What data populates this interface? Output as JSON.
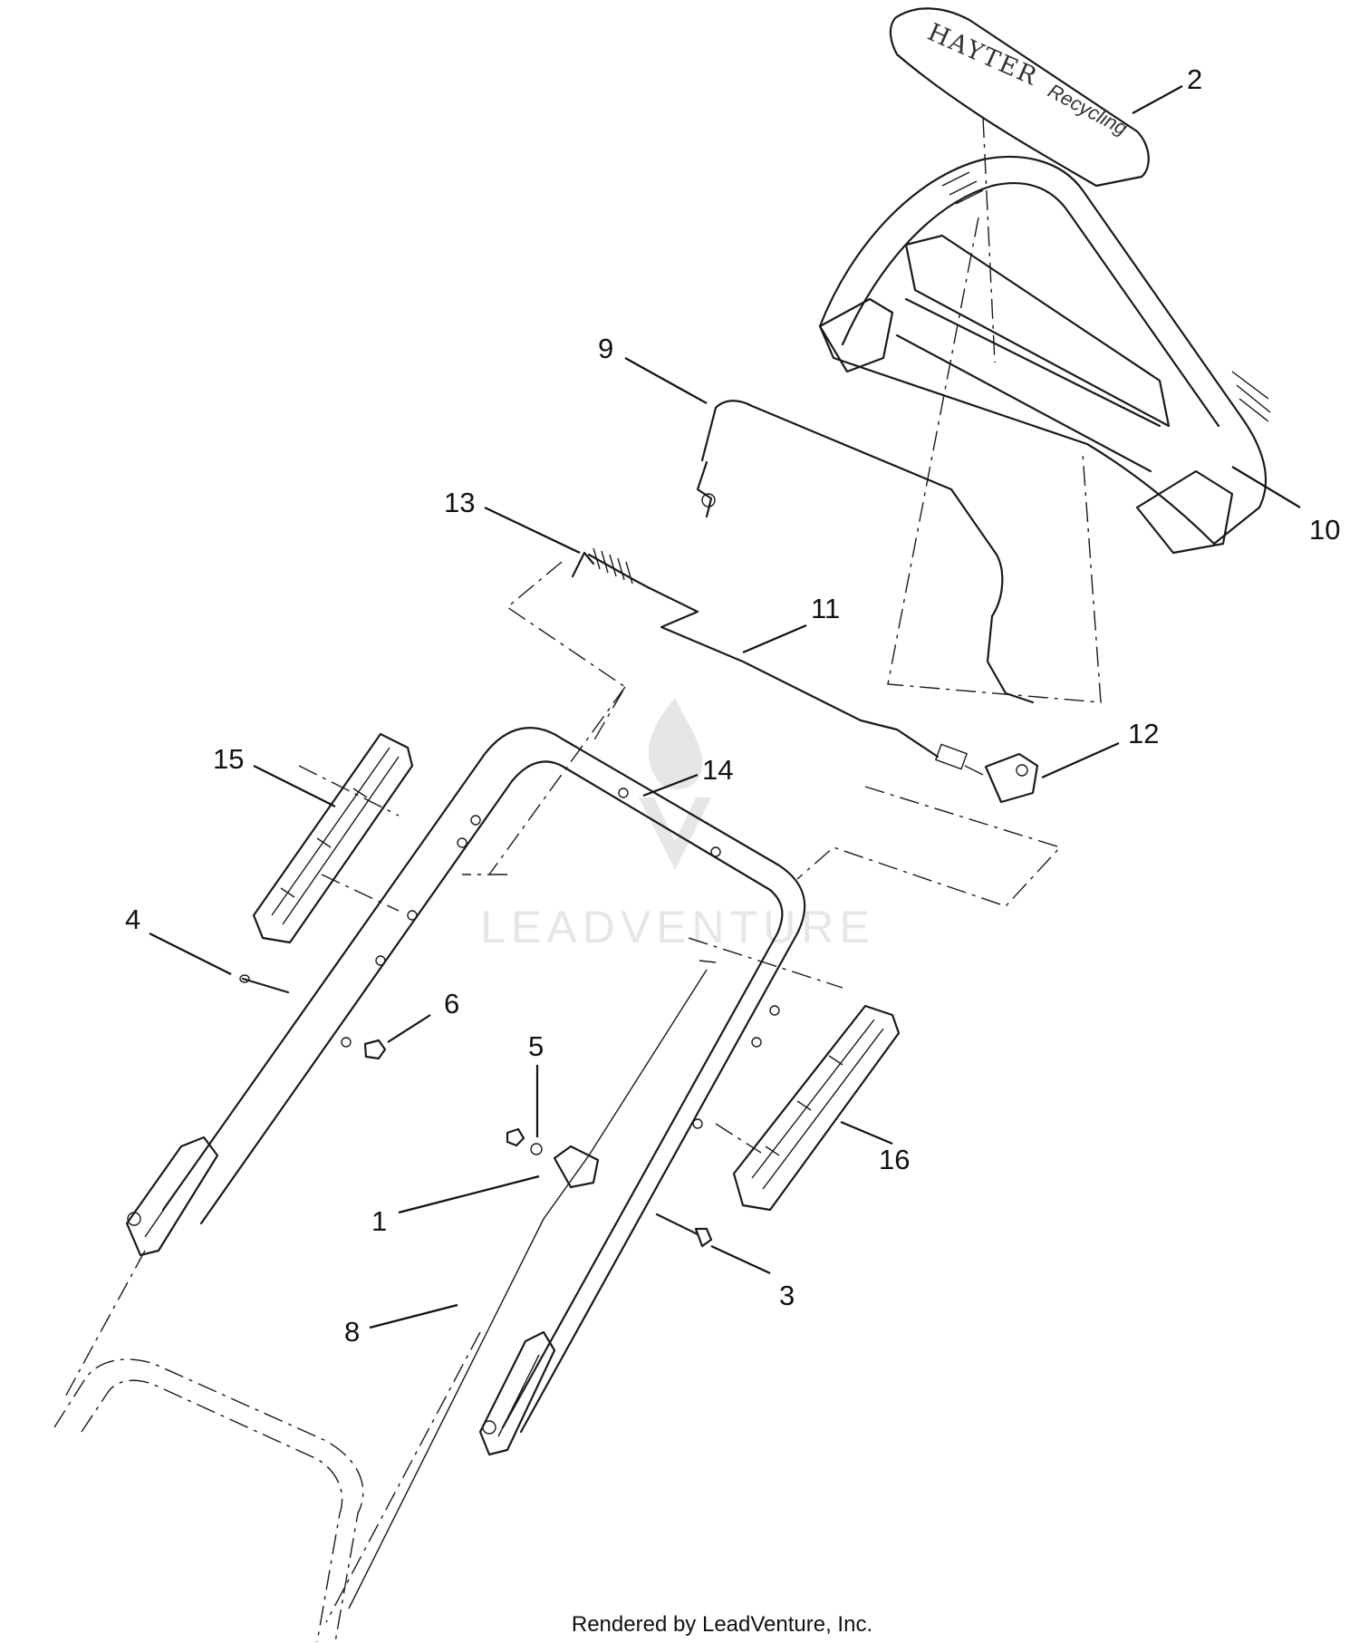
{
  "diagram": {
    "callouts": [
      {
        "id": "1",
        "label": "1"
      },
      {
        "id": "2",
        "label": "2"
      },
      {
        "id": "3",
        "label": "3"
      },
      {
        "id": "4",
        "label": "4"
      },
      {
        "id": "5",
        "label": "5"
      },
      {
        "id": "6",
        "label": "6"
      },
      {
        "id": "8",
        "label": "8"
      },
      {
        "id": "9",
        "label": "9"
      },
      {
        "id": "10",
        "label": "10"
      },
      {
        "id": "11",
        "label": "11"
      },
      {
        "id": "12",
        "label": "12"
      },
      {
        "id": "13",
        "label": "13"
      },
      {
        "id": "14",
        "label": "14"
      },
      {
        "id": "15",
        "label": "15"
      },
      {
        "id": "16",
        "label": "16"
      }
    ],
    "decal": {
      "brand": "HAYTER",
      "model": "Recycling"
    },
    "watermark": "LEADVENTURE",
    "footer": "Rendered by LeadVenture, Inc.",
    "line_color": "#1a1a1a",
    "watermark_color": "#e6e6e6"
  }
}
